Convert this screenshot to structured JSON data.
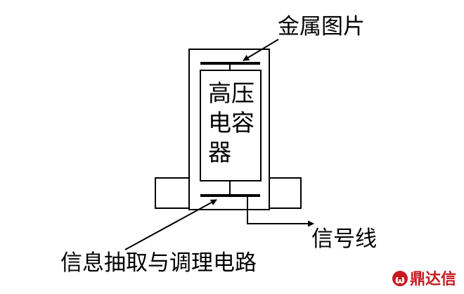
{
  "labels": {
    "metal_plate": "金属图片",
    "capacitor_line1": "高压",
    "capacitor_line2": "电容",
    "capacitor_line3": "器",
    "signal_wire": "信号线",
    "circuit": "信息抽取与调理电路"
  },
  "watermark": {
    "logo_glyph": "ω",
    "text": "鼎达信"
  },
  "colors": {
    "stroke": "#000000",
    "watermark": "#c61a1f"
  }
}
